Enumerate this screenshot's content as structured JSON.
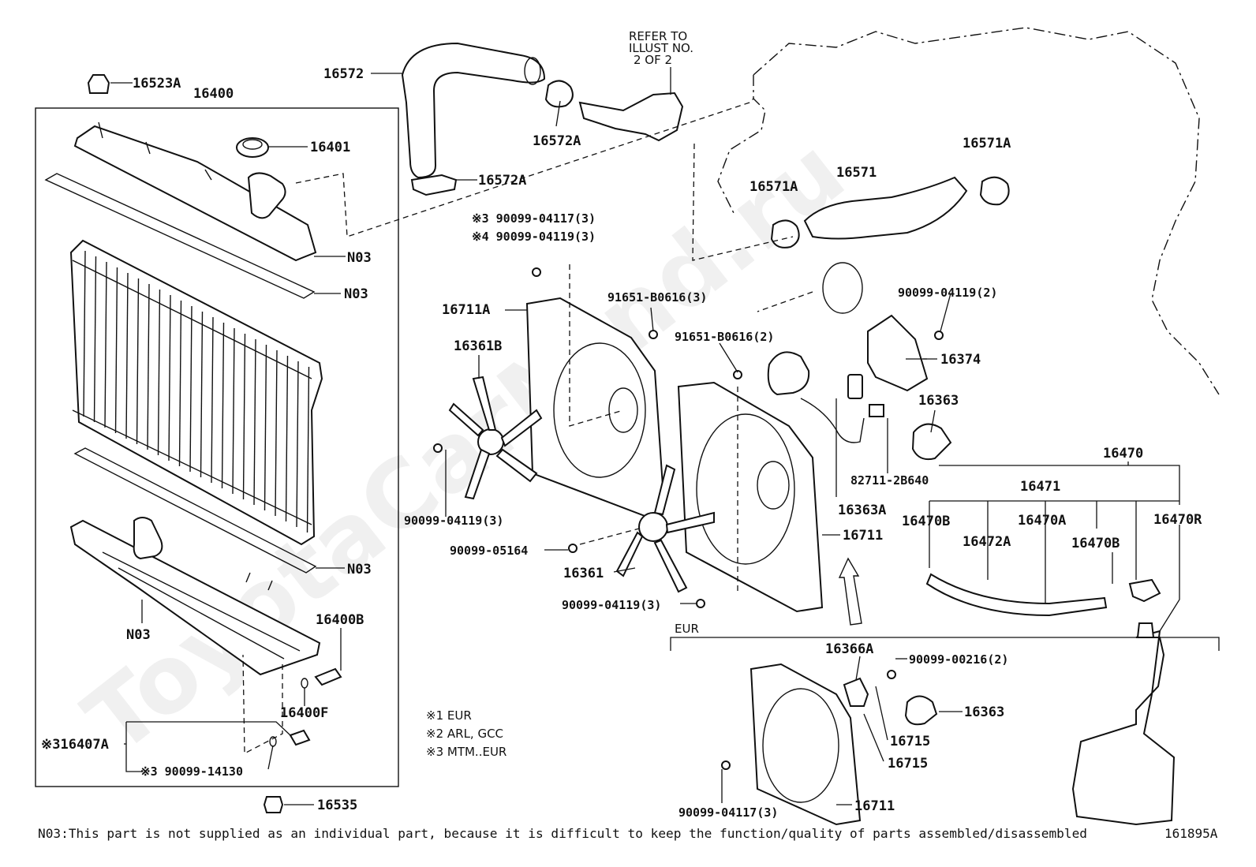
{
  "labels": {
    "p16523A": "16523A",
    "p16400": "16400",
    "p16401": "16401",
    "p16572": "16572",
    "p16572A_top": "16572A",
    "p16572A_bot": "16572A",
    "refer": [
      "REFER TO",
      "ILLUST NO.",
      "2 OF 2"
    ],
    "p16571A_left": "16571A",
    "p16571": "16571",
    "p16571A_right": "16571A",
    "n03_1": "N03",
    "n03_2": "N03",
    "n03_3": "N03",
    "n03_4": "N03",
    "b_90099_04117_3a": "※3 90099-04117(3)",
    "b_90099_04119_3a": "※4 90099-04119(3)",
    "p16711A": "16711A",
    "p91651_3": "91651-B0616(3)",
    "p91651_2": "91651-B0616(2)",
    "p90099_04119_2": "90099-04119(2)",
    "p16361B": "16361B",
    "p16374": "16374",
    "p16363_top": "16363",
    "p82711": "82711-2B640",
    "p16363A": "16363A",
    "p16470": "16470",
    "p16471": "16471",
    "p16470B_left": "16470B",
    "p16470A": "16470A",
    "p16470R": "16470R",
    "p16472A": "16472A",
    "p16470B_right": "16470B",
    "p16711_mid": "16711",
    "p90099_04119_3b": "90099-04119(3)",
    "p90099_05164": "90099-05164",
    "p16361": "16361",
    "p90099_04119_3c": "90099-04119(3)",
    "p16400B": "16400B",
    "p16400F": "16400F",
    "p16407A": "※316407A",
    "p90099_14130": "※3 90099-14130",
    "p16535": "16535",
    "eur": "EUR",
    "p16366A": "16366A",
    "p90099_00216": "90099-00216(2)",
    "p16363_bot": "16363",
    "p16715_a": "16715",
    "p16715_b": "16715",
    "p90099_04117_3b": "90099-04117(3)",
    "p16711_bot": "16711"
  },
  "notes": [
    "※1 EUR",
    "※2 ARL, GCC",
    "※3 MTM..EUR"
  ],
  "footer": {
    "note": "N03:This part is not supplied as an individual part, because it is difficult to keep the function/quality of parts assembled/disassembled",
    "code": "161895A"
  },
  "watermark": "ToyotaCarMind.ru"
}
